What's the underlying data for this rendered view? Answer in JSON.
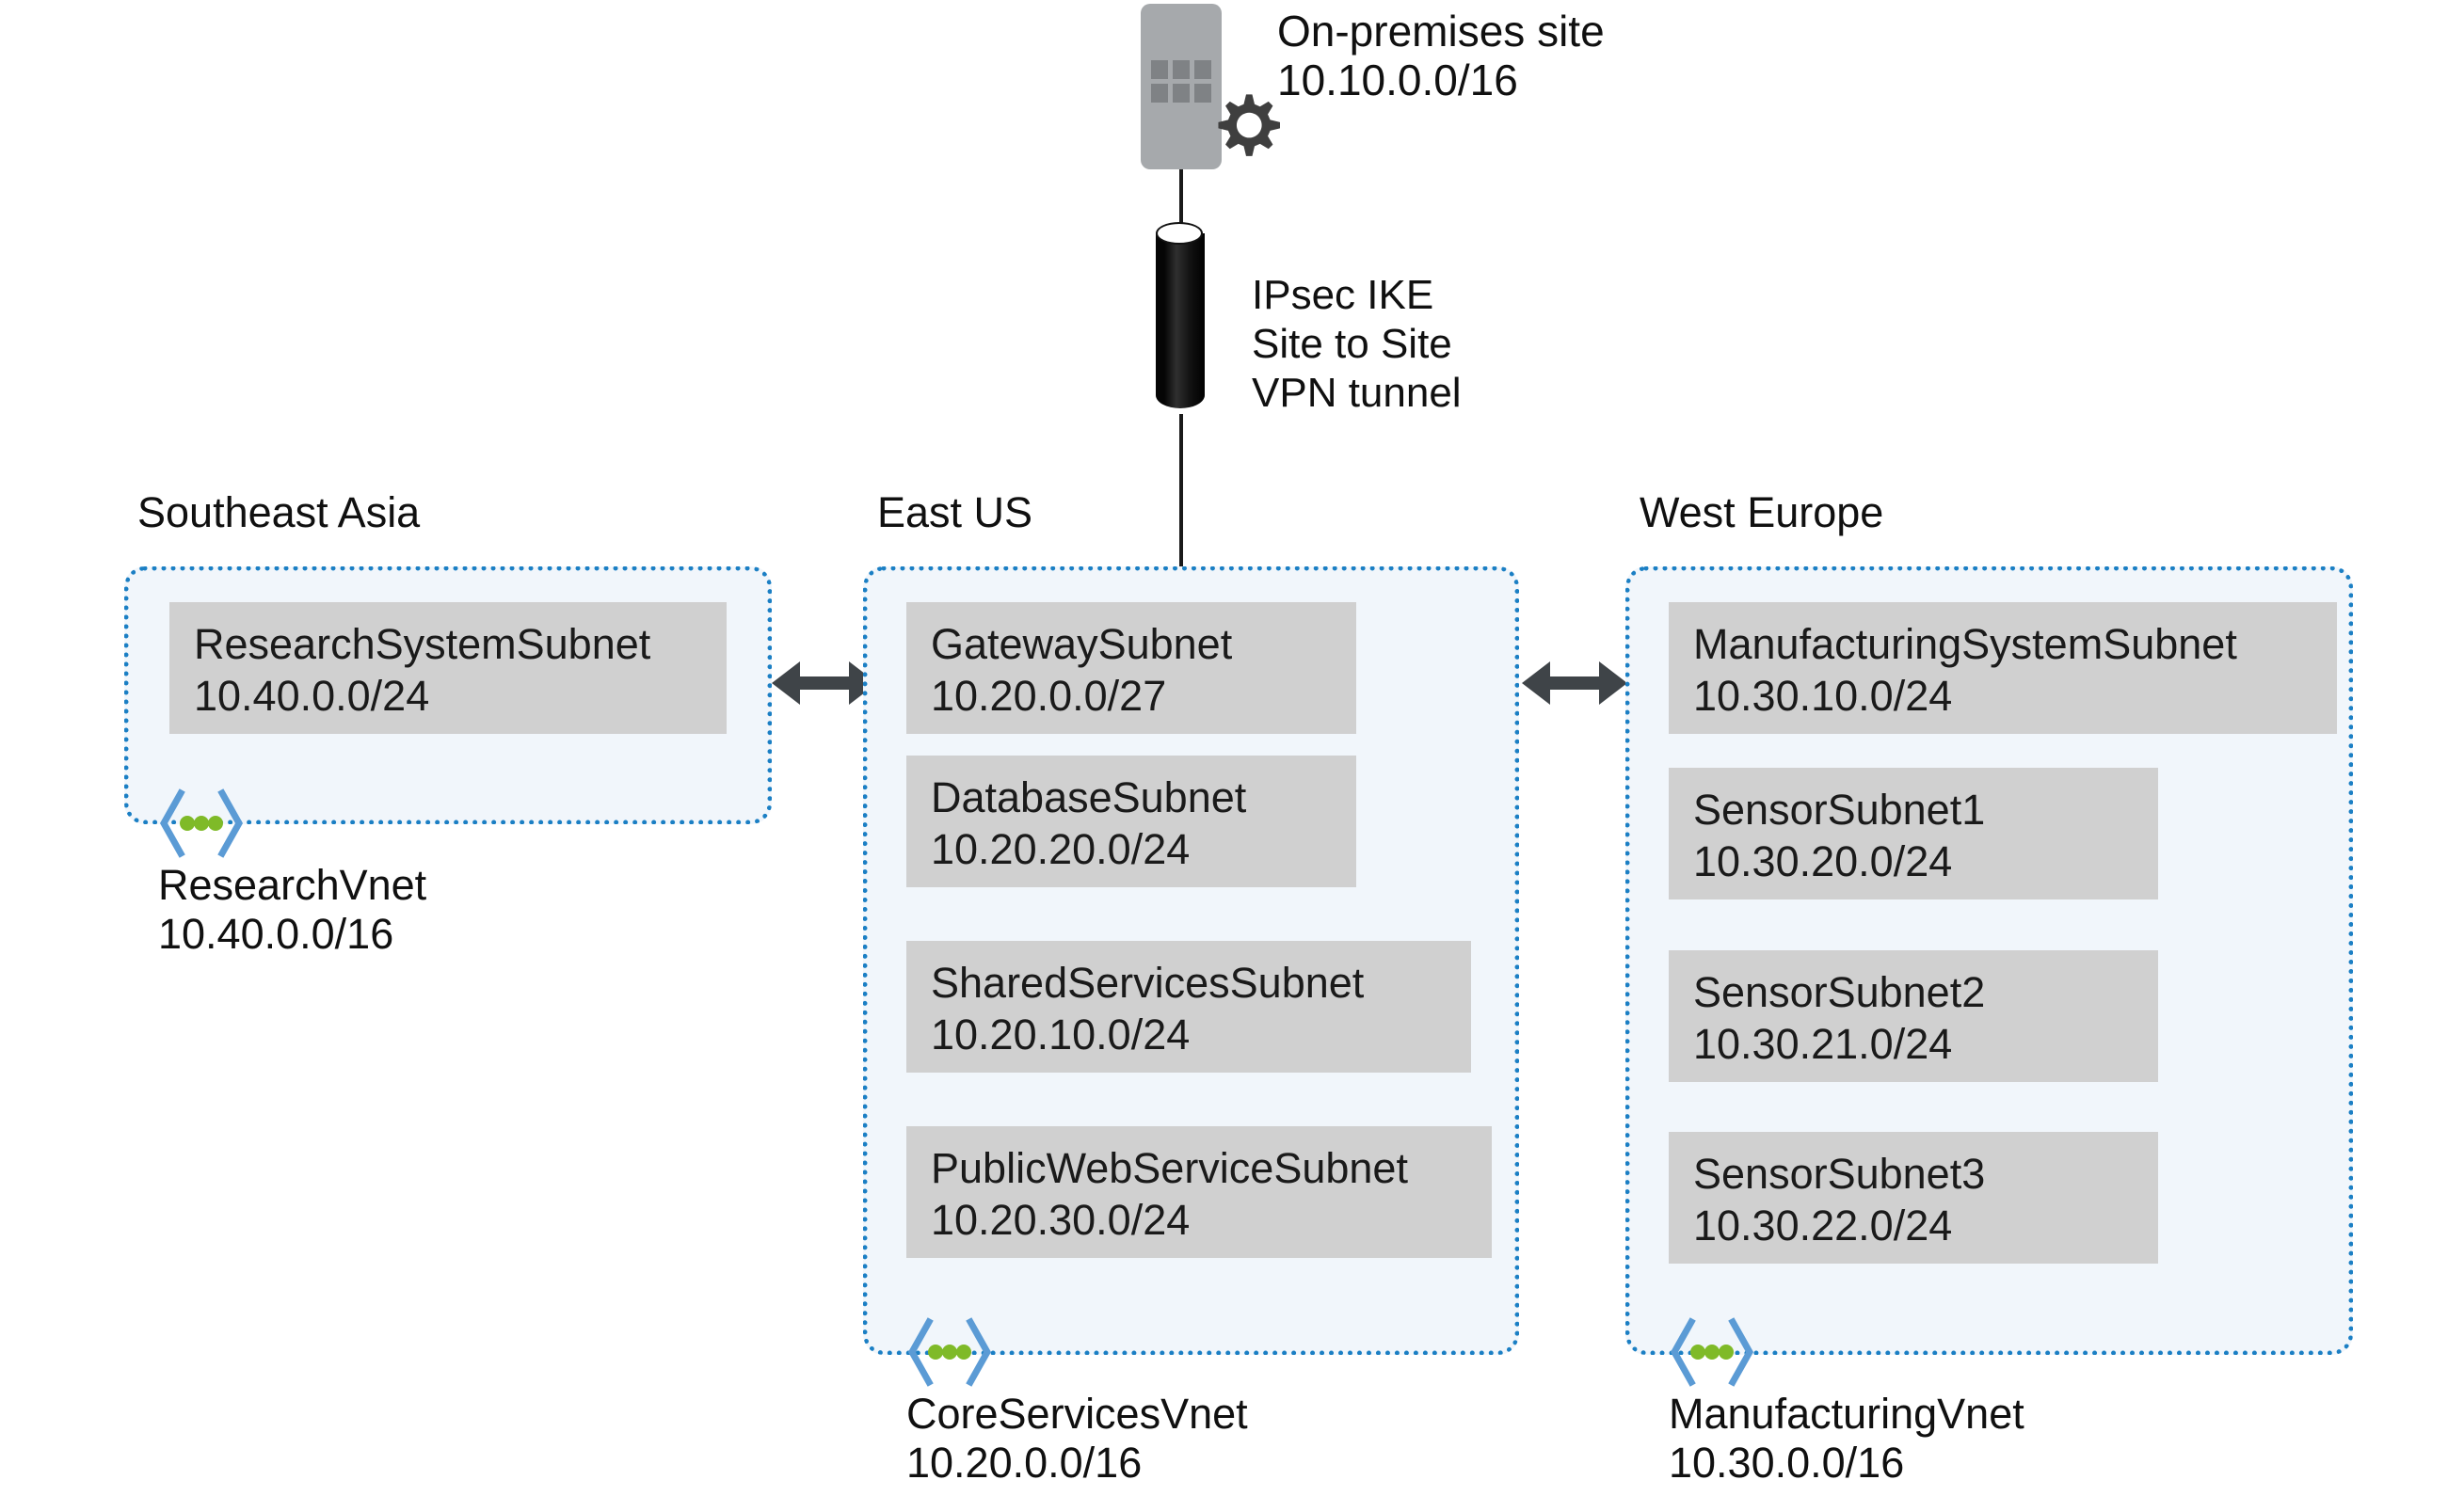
{
  "diagram": {
    "title": "Azure hub-and-spoke virtual network topology with site-to-site VPN"
  },
  "on_premises": {
    "icon": "building-with-gear-icon",
    "name": "On-premises site",
    "address_space": "10.10.0.0/16"
  },
  "vpn_tunnel": {
    "icon": "tunnel-cylinder-icon",
    "line1": "IPsec IKE",
    "line2": "Site to Site",
    "line3": "VPN tunnel"
  },
  "peering_arrows": [
    {
      "name": "peering-southeast-asia-to-east-us",
      "icon": "double-headed-arrow-icon"
    },
    {
      "name": "peering-east-us-to-west-europe",
      "icon": "double-headed-arrow-icon"
    }
  ],
  "regions": [
    {
      "id": "southeast-asia",
      "label": "Southeast Asia",
      "vnet": {
        "icon": "azure-vnet-icon",
        "name": "ResearchVnet",
        "address_space": "10.40.0.0/16"
      },
      "subnets": [
        {
          "name": "ResearchSystemSubnet",
          "cidr": "10.40.0.0/24"
        }
      ]
    },
    {
      "id": "east-us",
      "label": "East US",
      "vnet": {
        "icon": "azure-vnet-icon",
        "name": "CoreServicesVnet",
        "address_space": "10.20.0.0/16"
      },
      "subnets": [
        {
          "name": "GatewaySubnet",
          "cidr": "10.20.0.0/27"
        },
        {
          "name": "DatabaseSubnet",
          "cidr": "10.20.20.0/24"
        },
        {
          "name": "SharedServicesSubnet",
          "cidr": "10.20.10.0/24"
        },
        {
          "name": "PublicWebServiceSubnet",
          "cidr": "10.20.30.0/24"
        }
      ]
    },
    {
      "id": "west-europe",
      "label": "West Europe",
      "vnet": {
        "icon": "azure-vnet-icon",
        "name": "ManufacturingVnet",
        "address_space": "10.30.0.0/16"
      },
      "subnets": [
        {
          "name": "ManufacturingSystemSubnet",
          "cidr": "10.30.10.0/24"
        },
        {
          "name": "SensorSubnet1",
          "cidr": "10.30.20.0/24"
        },
        {
          "name": "SensorSubnet2",
          "cidr": "10.30.21.0/24"
        },
        {
          "name": "SensorSubnet3",
          "cidr": "10.30.22.0/24"
        }
      ]
    }
  ],
  "colors": {
    "vnet_border": "#1b7fc4",
    "vnet_fill": "#f1f6fb",
    "subnet_fill": "#d0d0d0",
    "building": "#a6a9ac",
    "gear": "#3f3f3f",
    "tunnel": "#0a0a0a",
    "arrow": "#3f4448",
    "icon_green": "#7fba28",
    "icon_blue": "#5b9bd5",
    "text": "#1a1a1a"
  }
}
